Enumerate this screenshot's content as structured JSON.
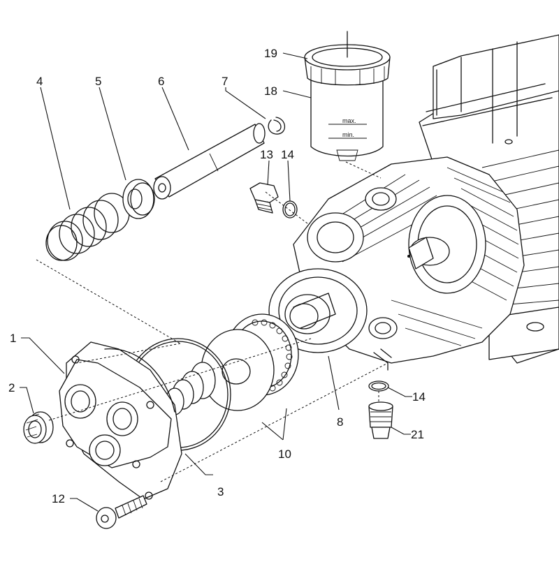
{
  "callouts": [
    {
      "id": "1",
      "label": "1"
    },
    {
      "id": "2",
      "label": "2"
    },
    {
      "id": "3",
      "label": "3"
    },
    {
      "id": "4",
      "label": "4"
    },
    {
      "id": "5",
      "label": "5"
    },
    {
      "id": "6",
      "label": "6"
    },
    {
      "id": "7",
      "label": "7"
    },
    {
      "id": "8",
      "label": "8"
    },
    {
      "id": "10",
      "label": "10"
    },
    {
      "id": "12",
      "label": "12"
    },
    {
      "id": "13",
      "label": "13"
    },
    {
      "id": "14a",
      "label": "14"
    },
    {
      "id": "14b",
      "label": "14"
    },
    {
      "id": "18",
      "label": "18"
    },
    {
      "id": "19",
      "label": "19"
    },
    {
      "id": "21",
      "label": "21"
    }
  ],
  "reservoir": {
    "max_mark": "max.",
    "min_mark": "min."
  },
  "colors": {
    "line": "#111111",
    "background": "#ffffff"
  }
}
